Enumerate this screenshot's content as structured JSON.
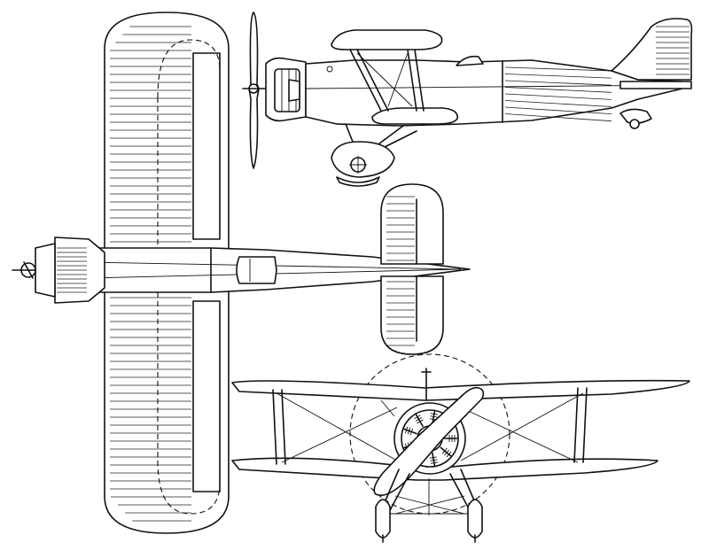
{
  "colors": {
    "background": "#ffffff",
    "ink": "#111111"
  },
  "drawing": {
    "views": [
      {
        "id": "side"
      },
      {
        "id": "top"
      },
      {
        "id": "front"
      }
    ]
  }
}
